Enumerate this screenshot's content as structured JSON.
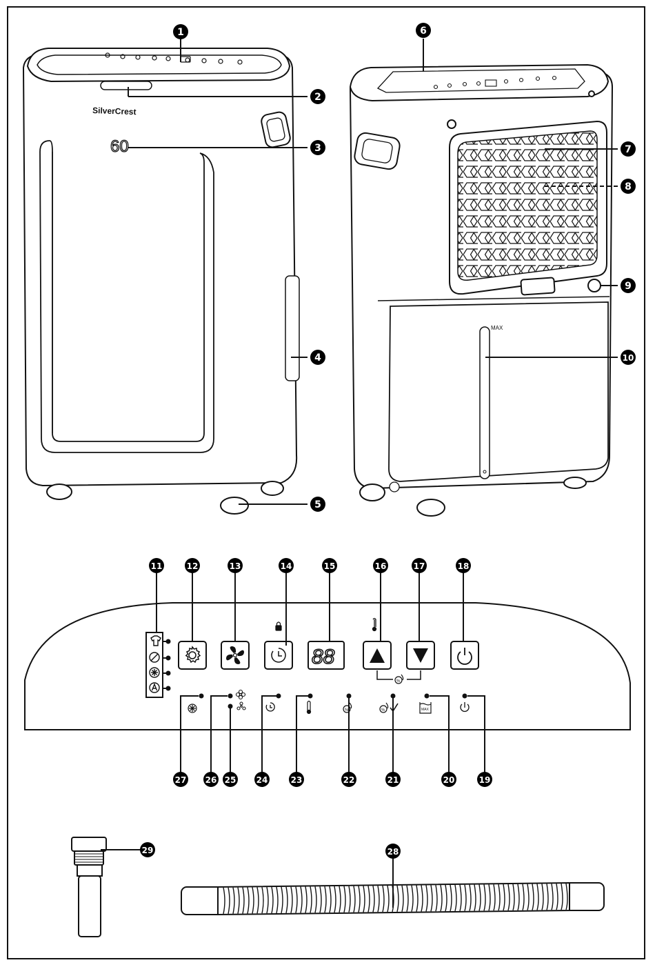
{
  "brand": "SilverCrest",
  "front_display": "60",
  "panel_display": "88",
  "tank_label": "MAX",
  "indicator_tank_label": "MAX",
  "callouts": [
    "1",
    "2",
    "3",
    "4",
    "5",
    "6",
    "7",
    "8",
    "9",
    "10",
    "11",
    "12",
    "13",
    "14",
    "15",
    "16",
    "17",
    "18",
    "19",
    "20",
    "21",
    "22",
    "23",
    "24",
    "25",
    "26",
    "27",
    "28",
    "29"
  ],
  "colors": {
    "line": "#111111",
    "fill": "#ffffff",
    "badge": "#000000"
  },
  "icons": {
    "mode_column": [
      "shirt-icon",
      "prohibit-icon",
      "snowflake-icon",
      "auto-icon"
    ],
    "buttons": [
      "gear-icon",
      "fan-icon",
      "timer-icon",
      "display",
      "up-arrow-icon",
      "down-arrow-icon",
      "power-icon"
    ],
    "indicators": [
      "defrost-icon",
      "fan-high-icon",
      "fan-low-icon",
      "timer-icon",
      "thermometer-icon",
      "humidity-icon",
      "humidity-check-icon",
      "tank-full-icon",
      "power-icon"
    ]
  }
}
